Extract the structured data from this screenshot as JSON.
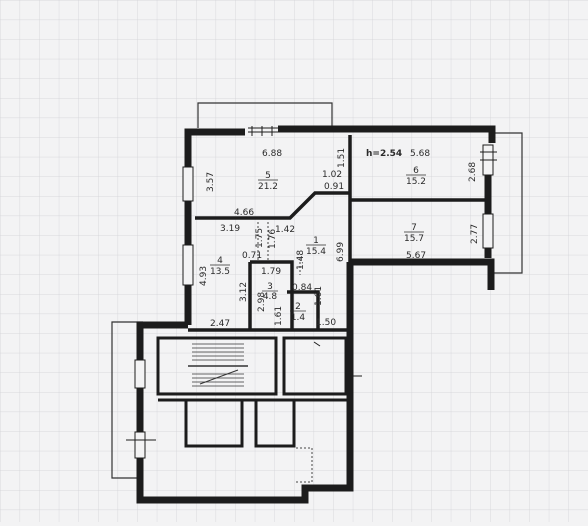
{
  "plan": {
    "ceiling_height": "h=2.54",
    "rooms": [
      {
        "num": "1",
        "area": "15.4"
      },
      {
        "num": "2",
        "area": "1.4"
      },
      {
        "num": "3",
        "area": "4.8"
      },
      {
        "num": "4",
        "area": "13.5"
      },
      {
        "num": "5",
        "area": "21.2"
      },
      {
        "num": "6",
        "area": "15.2"
      },
      {
        "num": "7",
        "area": "15.7"
      }
    ],
    "dimensions": [
      "6.88",
      "3.57",
      "1.51",
      "1.02",
      "0.91",
      "4.66",
      "3.19",
      "1.42",
      "1.75",
      "1.76",
      "0.71",
      "4.93",
      "1.79",
      "1.48",
      "3.12",
      "2.98",
      "0.84",
      "1.61",
      "1.61",
      "2.47",
      "1.50",
      "5.68",
      "2.68",
      "6.99",
      "2.77",
      "5.67"
    ]
  }
}
